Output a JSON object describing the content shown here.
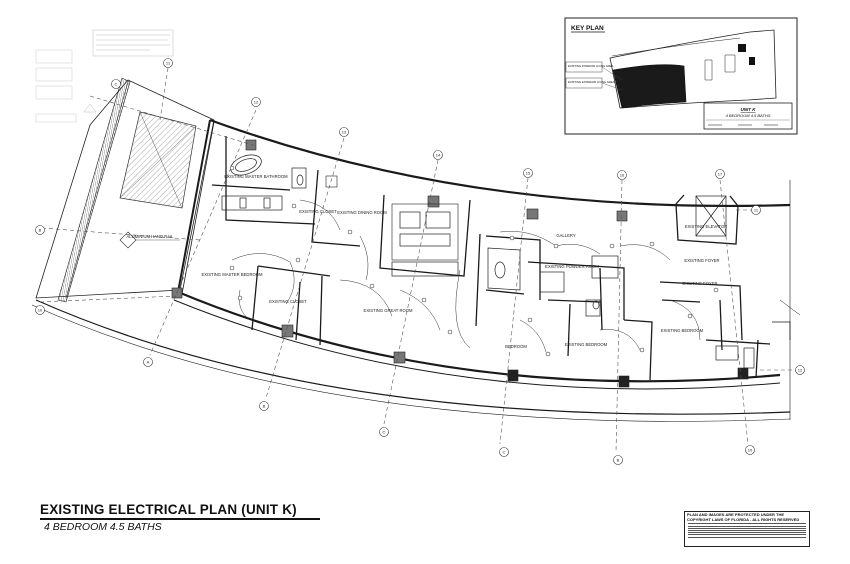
{
  "title_block": {
    "title": "EXISTING ELECTRICAL PLAN  (UNIT K)",
    "subtitle": "4 BEDROOM 4.5 BATHS"
  },
  "key_plan": {
    "heading": "KEY PLAN",
    "legend_interior": "EXISTING INTERIOR LIVING AREA",
    "legend_exterior": "EXISTING EXTERIOR LIVING AREA",
    "unit_name": "UNIT K",
    "unit_desc": "4 BEDROOM 4.5 BATHS"
  },
  "rooms": {
    "master_bath": "EXISTING MASTER BATHROOM",
    "closet": "EXISTING CLOSET",
    "dining": "EXISTING DINING ROOM",
    "master_bed": "EXISTING MASTER BEDROOM",
    "closet2": "EXISTING CLOSET",
    "great_room": "EXISTING GREAT ROOM",
    "gallery": "GALLERY",
    "bedroom1": "BEDROOM",
    "powder": "EXISTING POWDER ROOM",
    "bedroom2": "EXISTING BEDROOM",
    "foyer": "EXISTING FOYER",
    "foyer2": "EXISTING FOYER",
    "bedroom3": "EXISTING BEDROOM",
    "elevator": "EXISTING ELEVATOR",
    "handrail": "ALUMINIUM HAND RAIL"
  },
  "grid_bubbles": [
    "C",
    "B",
    "10",
    "11",
    "12",
    "13",
    "14",
    "15",
    "16",
    "17",
    "A",
    "B",
    "C"
  ],
  "copyright": {
    "heading": "PLAN AND IMAGES ARE PROTECTED UNDER THE COPYRIGHT LAWS OF FLORIDA - ALL RIGHTS RESERVED"
  },
  "colors": {
    "linework": "#1a1a1a",
    "hatch": "#444444",
    "dim": "#888888"
  }
}
